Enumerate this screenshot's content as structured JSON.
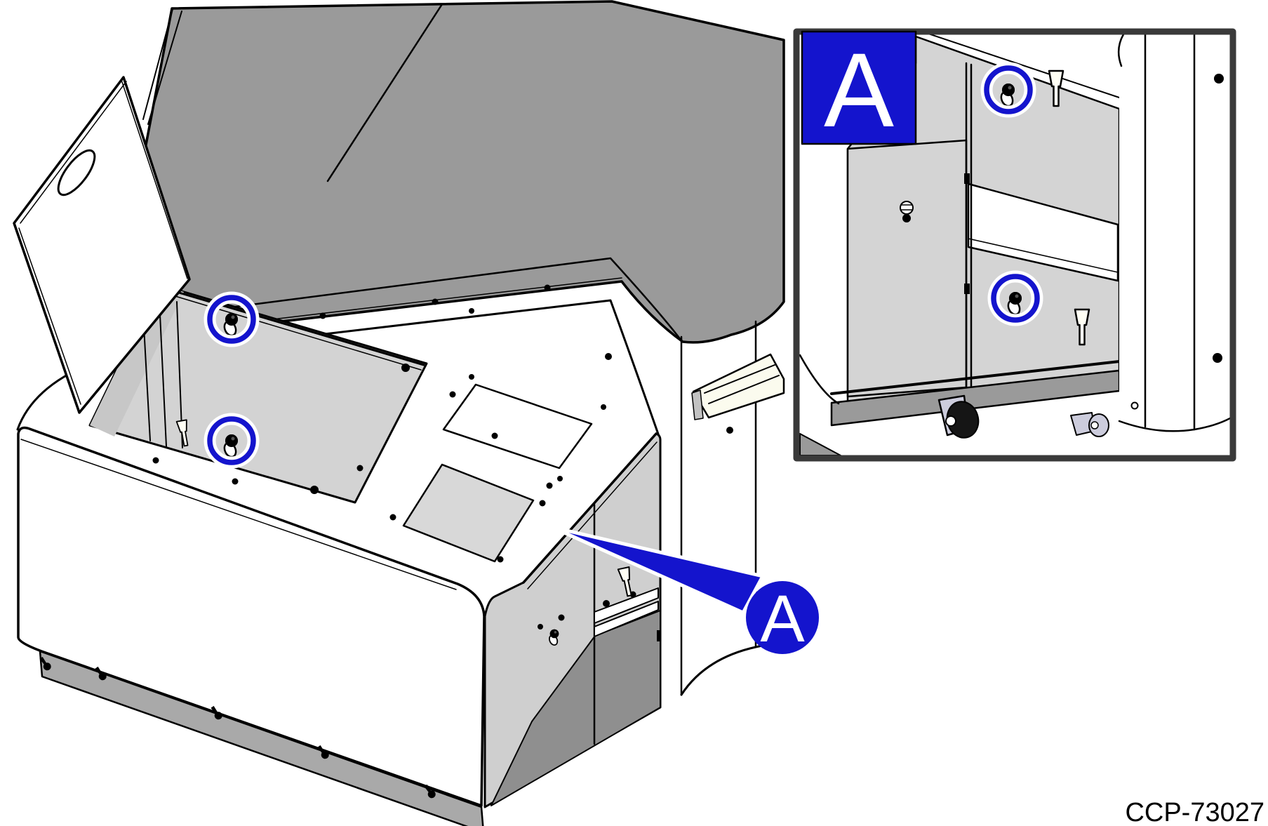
{
  "figure": {
    "kind": "technical-illustration",
    "part_number": "CCP-73027",
    "callout": {
      "label": "A"
    },
    "inset": {
      "label": "A"
    },
    "colors": {
      "accent_blue": "#1414CD",
      "top_gray": "#9A9A9A",
      "panel_gray": "#D3D3D3",
      "base_gray": "#A9A9A9",
      "floor_gray": "#8F8F8F",
      "inset_border": "#3A3A3A"
    }
  }
}
